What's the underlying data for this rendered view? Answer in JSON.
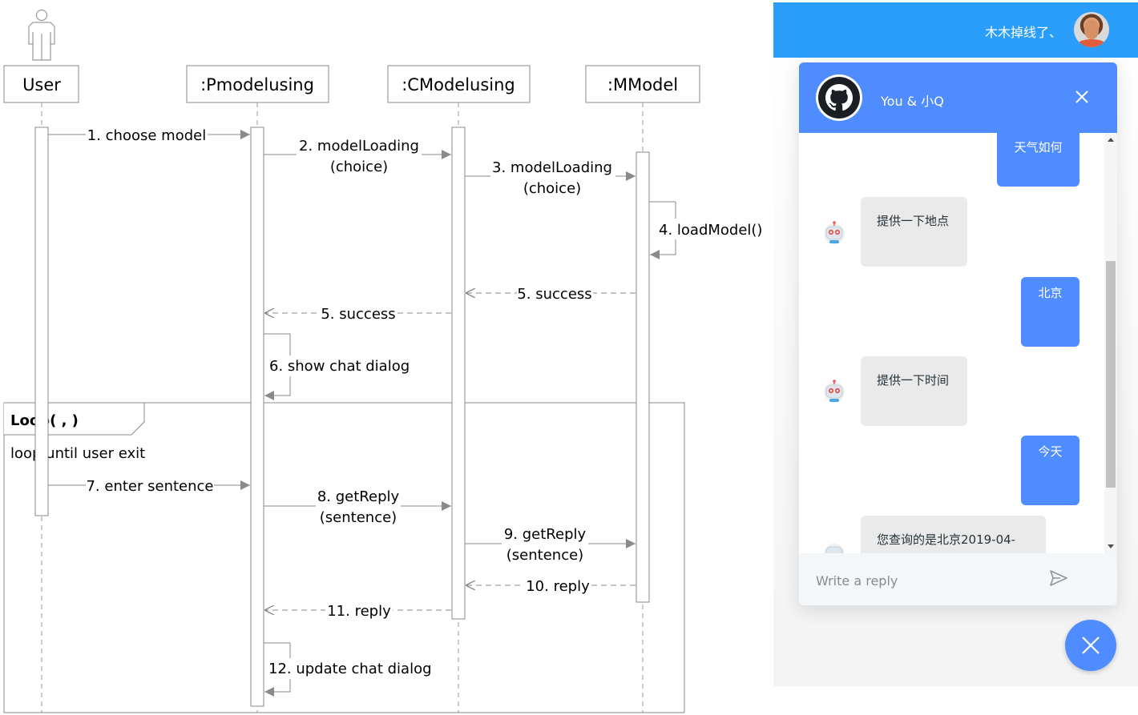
{
  "diagram": {
    "actor": "User",
    "lifelines": [
      ":Pmodelusing",
      ":CModelusing",
      ":MModel"
    ],
    "messages": [
      {
        "text": "1. choose model"
      },
      {
        "line1": "2. modelLoading",
        "line2": "(choice)"
      },
      {
        "line1": "3. modelLoading",
        "line2": "(choice)"
      },
      {
        "text": "4. loadModel()"
      },
      {
        "text": "5. success"
      },
      {
        "text": "5. success"
      },
      {
        "text": "6. show chat dialog"
      },
      {
        "text": "7. enter sentence"
      },
      {
        "line1": "8. getReply",
        "line2": "(sentence)"
      },
      {
        "line1": "9. getReply",
        "line2": "(sentence)"
      },
      {
        "text": "10. reply"
      },
      {
        "text": "11. reply"
      },
      {
        "text": "12. update chat dialog"
      }
    ],
    "loop": {
      "title": "Loop( , )",
      "condition": "loop until user exit"
    }
  },
  "chat": {
    "username": "木木掉线了、",
    "team_name": "You & 小Q",
    "messages": [
      {
        "type": "sent",
        "text": "天气如何"
      },
      {
        "type": "received",
        "text": "提供一下地点"
      },
      {
        "type": "sent",
        "text": "北京"
      },
      {
        "type": "received",
        "text": "提供一下时间"
      },
      {
        "type": "sent",
        "text": "今天"
      },
      {
        "type": "received",
        "text": "您查询的是北京2019-04-"
      }
    ],
    "input_placeholder": "Write a reply",
    "colors": {
      "topbar": "#2b9efb",
      "header": "#4e8cff",
      "sent_bubble": "#4e8cff",
      "received_bubble": "#eaeaea"
    },
    "icons": {
      "close": "close-icon",
      "send": "send-icon",
      "launcher": "close-icon",
      "github": "github-icon",
      "robot": "robot-icon"
    }
  }
}
